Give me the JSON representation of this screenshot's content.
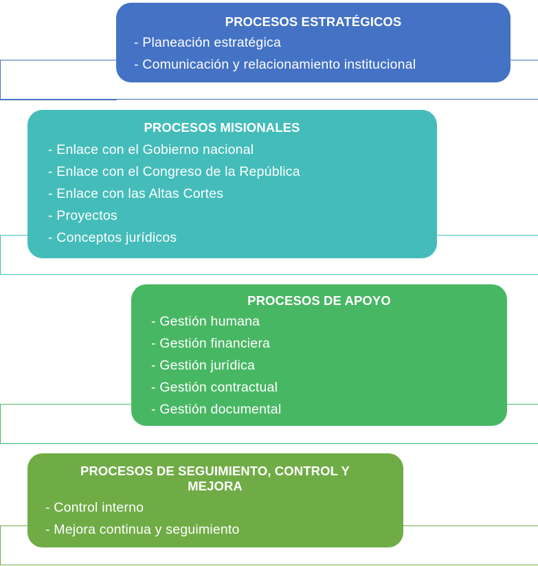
{
  "colors": {
    "estrategicos": "#4472c4",
    "misionales": "#44bdba",
    "apoyo": "#48b764",
    "seguimiento": "#70ac46",
    "text": "#ffffff"
  },
  "groups": [
    {
      "title": "PROCESOS ESTRATÉGICOS",
      "items": [
        "- Planeación estratégica",
        "- Comunicación y relacionamiento institucional"
      ]
    },
    {
      "title": "PROCESOS MISIONALES",
      "items": [
        "- Enlace con el Gobierno nacional",
        "- Enlace con el Congreso de la República",
        "- Enlace con las  Altas Cortes",
        "- Proyectos",
        "- Conceptos jurídicos"
      ]
    },
    {
      "title": "PROCESOS DE APOYO",
      "items": [
        "- Gestión humana",
        "- Gestión financiera",
        "- Gestión jurídica",
        "- Gestión contractual",
        "- Gestión documental"
      ]
    },
    {
      "title_line1": "PROCESOS DE SEGUIMIENTO, CONTROL Y",
      "title_line2": "MEJORA",
      "items": [
        "- Control interno",
        "- Mejora continua y seguimiento"
      ]
    }
  ]
}
